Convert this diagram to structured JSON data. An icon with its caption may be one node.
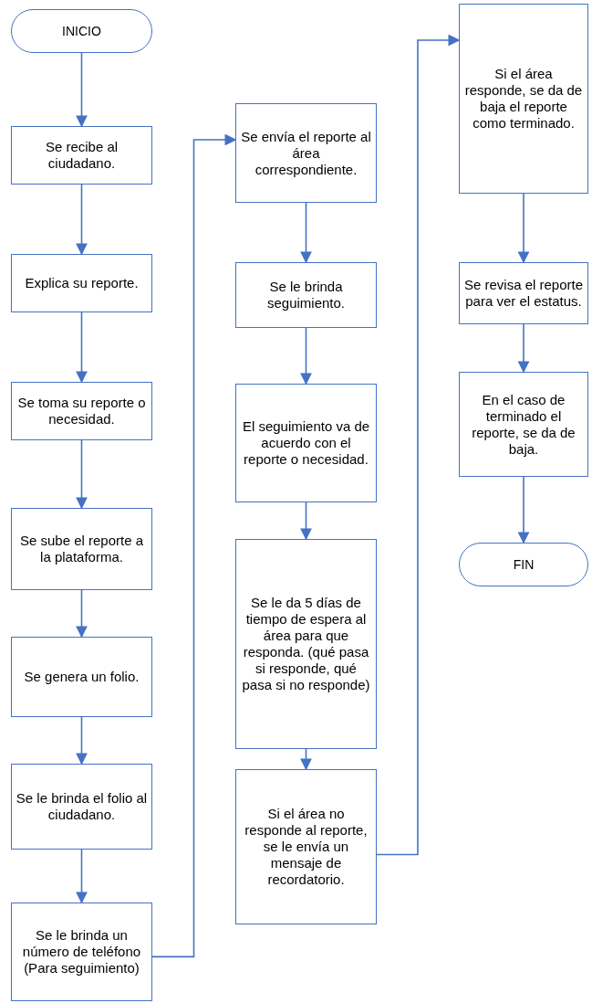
{
  "diagram": {
    "nodes": [
      {
        "text": [
          "INICIO"
        ]
      },
      {
        "text": [
          "Se recibe al ciudadano."
        ]
      },
      {
        "text": [
          "Explica su reporte."
        ]
      },
      {
        "text": [
          "Se toma su reporte o necesidad."
        ]
      },
      {
        "text": [
          "Se sube el reporte a la plataforma."
        ]
      },
      {
        "text": [
          "Se genera un folio."
        ]
      },
      {
        "text": [
          "Se le brinda el folio al ciudadano."
        ]
      },
      {
        "text": [
          "Se le brinda un número de teléfono (Para seguimiento)"
        ]
      },
      {
        "text": [
          "Se envía el reporte al área correspondiente."
        ]
      },
      {
        "text": [
          "Se le brinda seguimiento."
        ]
      },
      {
        "text": [
          "El seguimiento va de acuerdo con el reporte o necesidad."
        ]
      },
      {
        "text": [
          "Se le da 5 días de tiempo de espera al área para que responda. (qué pasa si responde, qué pasa si no responde)"
        ]
      },
      {
        "text": [
          "Si el área no responde al reporte, se le envía un mensaje de recordatorio."
        ]
      },
      {
        "text": [
          "Si el área responde, se da de baja el reporte como terminado."
        ]
      },
      {
        "text": [
          "Se revisa el reporte para ver el estatus."
        ]
      },
      {
        "text": [
          "En el caso de terminado el reporte, se da de baja."
        ]
      },
      {
        "text": [
          "FIN"
        ]
      }
    ],
    "edges": [
      {
        "from": 0,
        "to": 1,
        "arrow": "to"
      },
      {
        "from": 1,
        "to": 2,
        "arrow": "to"
      },
      {
        "from": 2,
        "to": 3,
        "arrow": "to"
      },
      {
        "from": 3,
        "to": 4,
        "arrow": "to"
      },
      {
        "from": 4,
        "to": 5,
        "arrow": "to"
      },
      {
        "from": 5,
        "to": 6,
        "arrow": "to"
      },
      {
        "from": 6,
        "to": 7,
        "arrow": "to"
      },
      {
        "from": 7,
        "to": 8,
        "arrow": "to"
      },
      {
        "from": 8,
        "to": 9,
        "arrow": "to"
      },
      {
        "from": 9,
        "to": 10,
        "arrow": "to"
      },
      {
        "from": 10,
        "to": 11,
        "arrow": "to"
      },
      {
        "from": 11,
        "to": 12,
        "arrow": "to"
      },
      {
        "from": 12,
        "to": 13,
        "arrow": "to"
      },
      {
        "from": 13,
        "to": 14,
        "arrow": "to"
      },
      {
        "from": 14,
        "to": 15,
        "arrow": "to"
      },
      {
        "from": 15,
        "to": 16,
        "arrow": "to"
      }
    ]
  }
}
